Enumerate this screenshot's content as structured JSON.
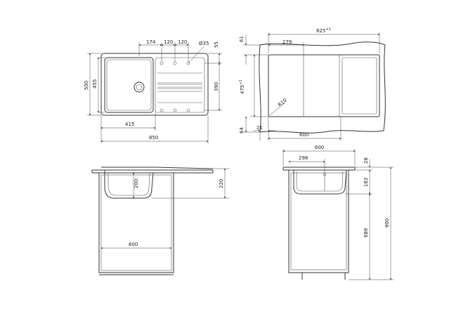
{
  "top_view": {
    "dim_174": "174",
    "dim_120_a": "120",
    "dim_120_b": "120",
    "dim_d35": "Ø35",
    "dim_55": "55",
    "dim_500": "500",
    "dim_455": "455",
    "dim_390": "390",
    "dim_415": "415",
    "dim_850": "850"
  },
  "cutout_view": {
    "dim_825": "825",
    "dim_825_tol": "+2",
    "dim_61": "61",
    "dim_279": "279",
    "dim_475": "475",
    "dim_475_tol": "+2",
    "dim_r10": "R10",
    "dim_64": "64",
    "dim_21": "21",
    "dim_600": "600"
  },
  "side_view": {
    "dim_200": "200",
    "dim_220": "220",
    "dim_600": "600"
  },
  "front_view": {
    "dim_600": "600",
    "dim_298": "298",
    "dim_28": "28",
    "dim_183": "183",
    "dim_689": "689",
    "dim_900": "900"
  }
}
